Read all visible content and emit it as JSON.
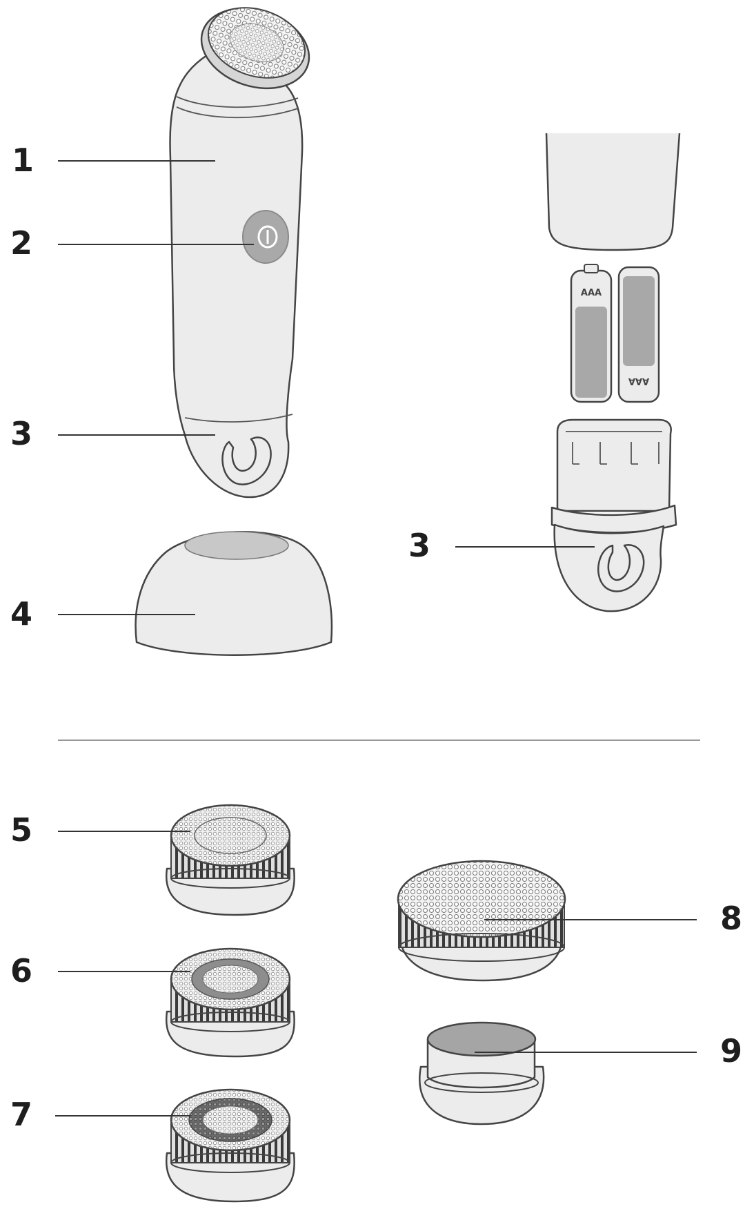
{
  "diagram": {
    "callouts": [
      {
        "id": "c1",
        "label": "1"
      },
      {
        "id": "c2",
        "label": "2"
      },
      {
        "id": "c3a",
        "label": "3"
      },
      {
        "id": "c3b",
        "label": "3"
      },
      {
        "id": "c4",
        "label": "4"
      },
      {
        "id": "c5",
        "label": "5"
      },
      {
        "id": "c6",
        "label": "6"
      },
      {
        "id": "c7",
        "label": "7"
      },
      {
        "id": "c8",
        "label": "8"
      },
      {
        "id": "c9",
        "label": "9"
      }
    ],
    "battery_label": "AAA",
    "colors": {
      "body": "#ececec",
      "outline": "#444444",
      "button": "#a9a9a9",
      "battery": "#a8a8a8",
      "pad": "#a5a5a5"
    }
  }
}
